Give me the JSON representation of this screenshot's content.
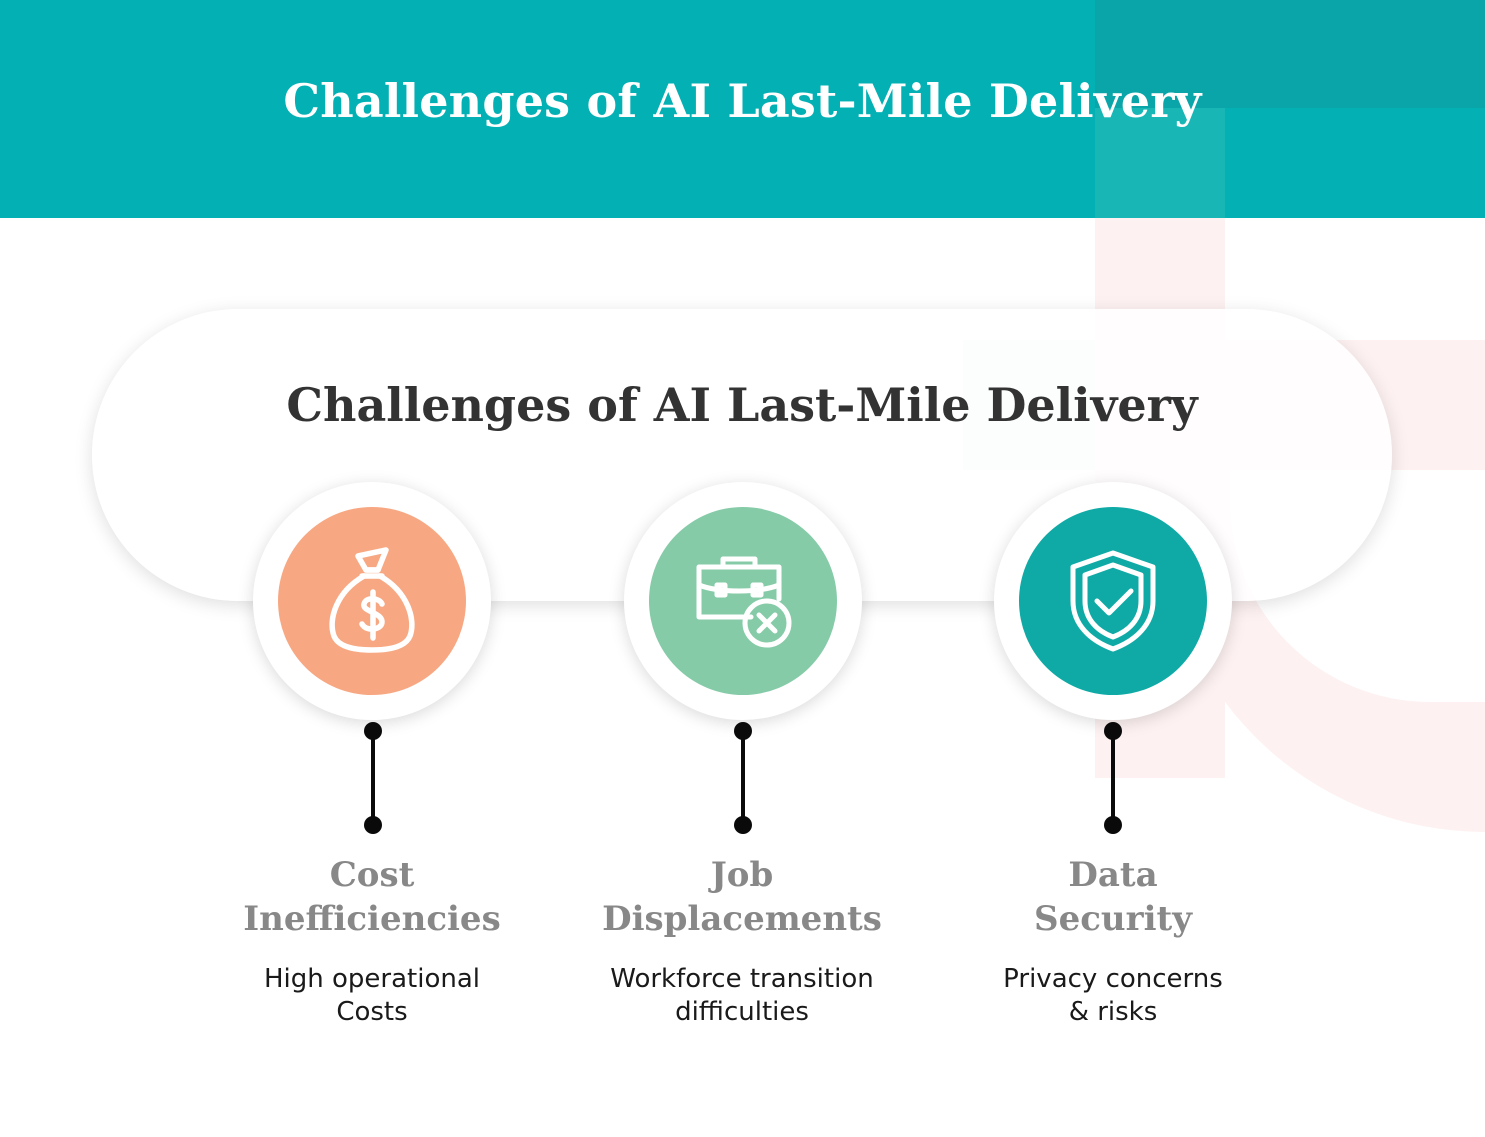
{
  "banner": {
    "title": "Challenges of AI Last-Mile Delivery"
  },
  "card": {
    "title": "Challenges of AI Last-Mile Delivery"
  },
  "colors": {
    "banner_teal": "#03b0b4",
    "cost_orange": "#f7a883",
    "job_green": "#86cba8",
    "security_teal": "#10aaa6"
  },
  "items": [
    {
      "icon": "money-bag-icon",
      "title_line1": "Cost",
      "title_line2": "Inefficiencies",
      "desc_line1": "High operational",
      "desc_line2": "Costs"
    },
    {
      "icon": "briefcase-x-icon",
      "title_line1": "Job",
      "title_line2": "Displacements",
      "desc_line1": "Workforce transition",
      "desc_line2": "difficulties"
    },
    {
      "icon": "shield-check-icon",
      "title_line1": "Data",
      "title_line2": "Security",
      "desc_line1": "Privacy concerns",
      "desc_line2": "& risks"
    }
  ]
}
